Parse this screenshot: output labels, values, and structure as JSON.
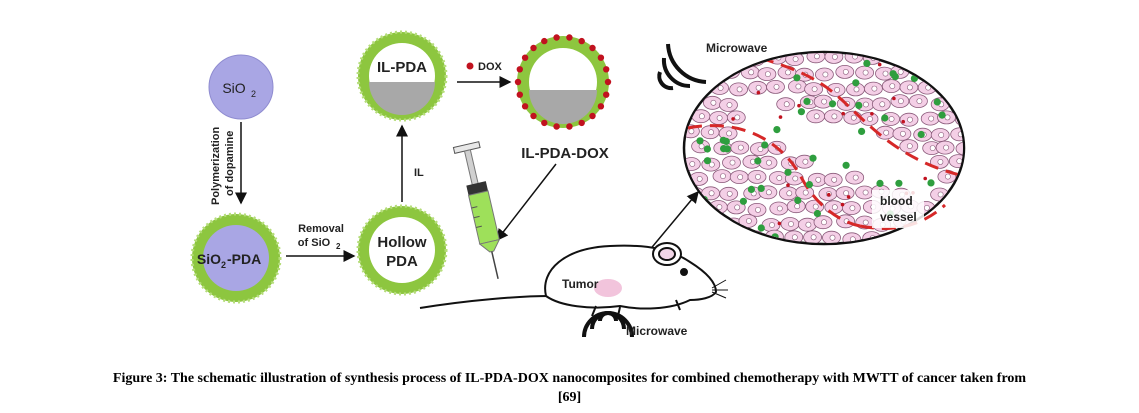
{
  "labels": {
    "sio2": "SiO",
    "sio2_sub": "2",
    "polymerization_line1": "Polymerization",
    "polymerization_line2": "of dopamine",
    "sio2_pda": "SiO",
    "sio2_pda_sub": "2",
    "sio2_pda_suffix": "-PDA",
    "removal_line1": "Removal",
    "removal_line2": "of SiO",
    "removal_line2_sub": "2",
    "hollow_line1": "Hollow",
    "hollow_line2": "PDA",
    "il": "IL",
    "il_pda": "IL-PDA",
    "dox": "DOX",
    "il_pda_dox": "IL-PDA-DOX",
    "microwave_top": "Microwave",
    "microwave_bottom": "Microwave",
    "tumor": "Tumor",
    "blood_line1": "blood",
    "blood_line2": "vessel"
  },
  "caption": {
    "line1": "Figure 3: The schematic illustration of synthesis process of IL-PDA-DOX nanocomposites for combined chemotherapy with MWTT of cancer taken from",
    "line2": "[69]"
  },
  "colors": {
    "pda_green": "#8dc63f",
    "sio2_purple": "#a9a6e4",
    "dox_red": "#c1121f",
    "il_gray": "#a8a8a8",
    "cell_pink": "#f4cfe6",
    "drug_green": "#2e9e3e"
  }
}
